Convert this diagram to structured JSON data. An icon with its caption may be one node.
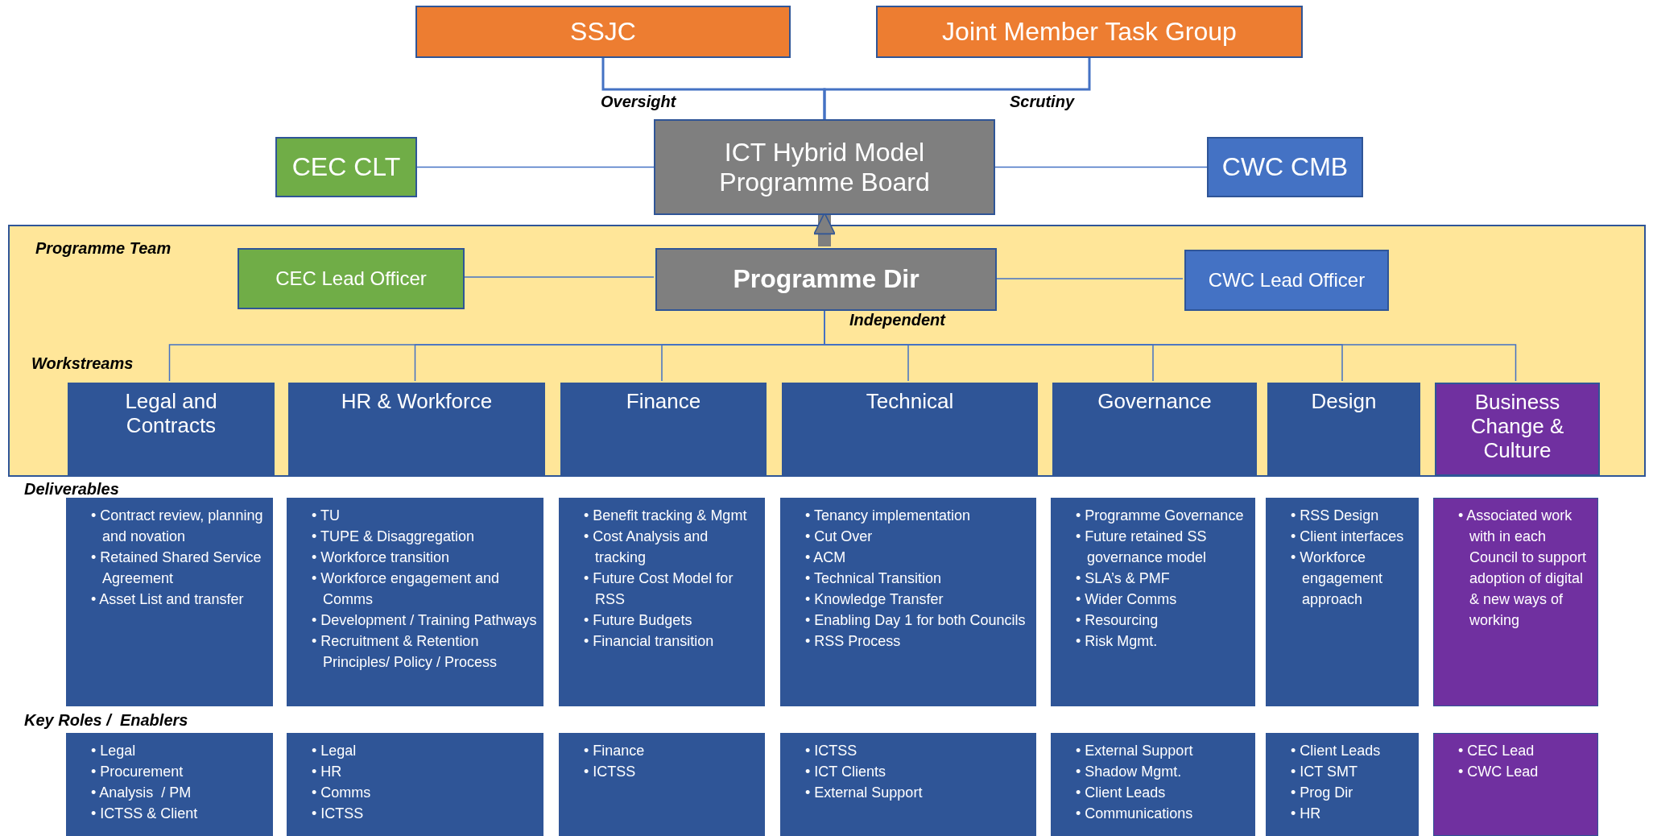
{
  "diagram": {
    "nodes": [
      {
        "text": [
          "SSJC"
        ]
      },
      {
        "text": [
          "Joint Member Task Group"
        ]
      },
      {
        "text": [
          "CEC CLT"
        ]
      },
      {
        "text": [
          "ICT Hybrid Model Programme Board"
        ]
      },
      {
        "text": [
          "CWC CMB"
        ]
      },
      {
        "text": [
          "Programme Team",
          "Workstreams"
        ]
      },
      {
        "text": [
          "CEC Lead Officer"
        ],
        "in": 5
      },
      {
        "text": [
          "Programme Dir"
        ],
        "in": 5
      },
      {
        "text": [
          "CWC Lead Officer"
        ],
        "in": 5
      },
      {
        "text": [
          "Legal and Contracts"
        ],
        "in": 5
      },
      {
        "text": [
          "HR & Workforce"
        ],
        "in": 5
      },
      {
        "text": [
          "Finance"
        ],
        "in": 5
      },
      {
        "text": [
          "Technical"
        ],
        "in": 5
      },
      {
        "text": [
          "Governance"
        ],
        "in": 5
      },
      {
        "text": [
          "Design"
        ],
        "in": 5
      },
      {
        "text": [
          "Business Change & Culture"
        ],
        "in": 5
      },
      {
        "text": [
          "• Contract review, planning and novation",
          "• Retained Shared Service Agreement",
          "• Asset List and transfer"
        ]
      },
      {
        "text": [
          "• TU",
          "• TUPE & Disaggregation",
          "• Workforce transition",
          "• Workforce engagement and Comms",
          "• Development / Training Pathways",
          "• Recruitment & Retention Principles/ Policy / Process"
        ]
      },
      {
        "text": [
          "• Benefit tracking & Mgmt",
          "• Cost Analysis and tracking",
          "• Future Cost Model for RSS",
          "• Future Budgets",
          "• Financial transition"
        ]
      },
      {
        "text": [
          "• Tenancy implementation",
          "• Cut Over",
          "• ACM",
          "• Technical Transition",
          "• Knowledge Transfer",
          "• Enabling Day 1 for both Councils",
          "• RSS Process"
        ]
      },
      {
        "text": [
          "• Programme Governance",
          "• Future retained SS governance model",
          "• SLA’s & PMF",
          "• Wider Comms",
          "• Resourcing",
          "• Risk Mgmt."
        ]
      },
      {
        "text": [
          "• RSS Design",
          "• Client interfaces",
          "• Workforce engagement approach"
        ]
      },
      {
        "text": [
          "• Associated work with in each Council to support adoption of digital & new ways of working"
        ]
      },
      {
        "text": [
          "• Legal",
          "• Procurement",
          "• Analysis  / PM",
          "• ICTSS & Client"
        ]
      },
      {
        "text": [
          "• Legal",
          "• HR",
          "• Comms",
          "• ICTSS"
        ]
      },
      {
        "text": [
          "• Finance",
          "• ICTSS"
        ]
      },
      {
        "text": [
          "• ICTSS",
          "• ICT Clients",
          "• External Support"
        ]
      },
      {
        "text": [
          "• External Support",
          "• Shadow Mgmt.",
          "• Client Leads",
          "• Communications"
        ]
      },
      {
        "text": [
          "• Client Leads",
          "• ICT SMT",
          "• Prog Dir",
          "• HR"
        ]
      },
      {
        "text": [
          "• CEC Lead",
          "• CWC Lead"
        ]
      }
    ],
    "edges": [
      {
        "from": 0,
        "to": 3,
        "arrow": "none",
        "label": "Oversight"
      },
      {
        "from": 1,
        "to": 3,
        "arrow": "none",
        "label": "Scrutiny"
      },
      {
        "from": 2,
        "to": 3,
        "arrow": "none"
      },
      {
        "from": 3,
        "to": 4,
        "arrow": "none"
      },
      {
        "from": 7,
        "to": 3,
        "arrow": "to",
        "style": "thick"
      },
      {
        "from": 6,
        "to": 7,
        "arrow": "none"
      },
      {
        "from": 7,
        "to": 8,
        "arrow": "none"
      },
      {
        "from": 7,
        "to": 9,
        "arrow": "none"
      },
      {
        "from": 7,
        "to": 10,
        "arrow": "none"
      },
      {
        "from": 7,
        "to": 11,
        "arrow": "none"
      },
      {
        "from": 7,
        "to": 12,
        "arrow": "none"
      },
      {
        "from": 7,
        "to": 13,
        "arrow": "none"
      },
      {
        "from": 7,
        "to": 14,
        "arrow": "none"
      },
      {
        "from": 7,
        "to": 15,
        "arrow": "none"
      }
    ],
    "labels": [
      "Independent",
      "Deliverables",
      "Key Roles /  Enablers"
    ]
  }
}
